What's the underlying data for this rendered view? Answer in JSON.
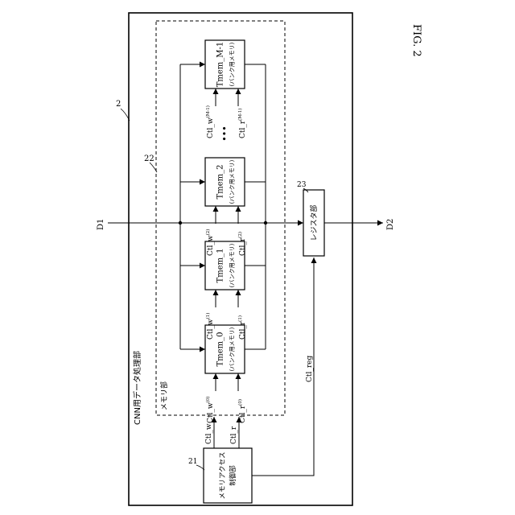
{
  "figure": {
    "label": "FIG. 2",
    "unit_number": "2",
    "unit_title": "CNN用データ処理部",
    "memory_section_number": "22",
    "memory_section_title": "メモリ部",
    "register_number": "23",
    "register_title": "レジスタ部",
    "controller_number": "21",
    "controller_title_line1": "メモリアクセス",
    "controller_title_line2": "制御部",
    "input_label": "D1",
    "output_label": "D2",
    "ctl_w_main": "Ctl_w",
    "ctl_r_main": "Ctl_r",
    "ctl_reg": "Ctl_reg",
    "ellipsis": "•••"
  },
  "banks": [
    {
      "name": "Tmem_0",
      "sub": "(バンク用メモリ)",
      "ctl_w": "Ctl_w",
      "w_sup": "(0)",
      "ctl_r": "Ctl_r",
      "r_sup": "(0)"
    },
    {
      "name": "Tmem_1",
      "sub": "(バンク用メモリ)",
      "ctl_w": "Ctl_w",
      "w_sup": "(1)",
      "ctl_r": "Ctl_r",
      "r_sup": "(1)"
    },
    {
      "name": "Tmem_2",
      "sub": "(バンク用メモリ)",
      "ctl_w": "Ctl_w",
      "w_sup": "(2)",
      "ctl_r": "Ctl_r",
      "r_sup": "(2)"
    },
    {
      "name": "Tmem_M-1",
      "sub": "(バンク用メモリ)",
      "ctl_w": "Ctl_w",
      "w_sup": "(M-1)",
      "ctl_r": "Ctl_r",
      "r_sup": "(M-1)"
    }
  ]
}
